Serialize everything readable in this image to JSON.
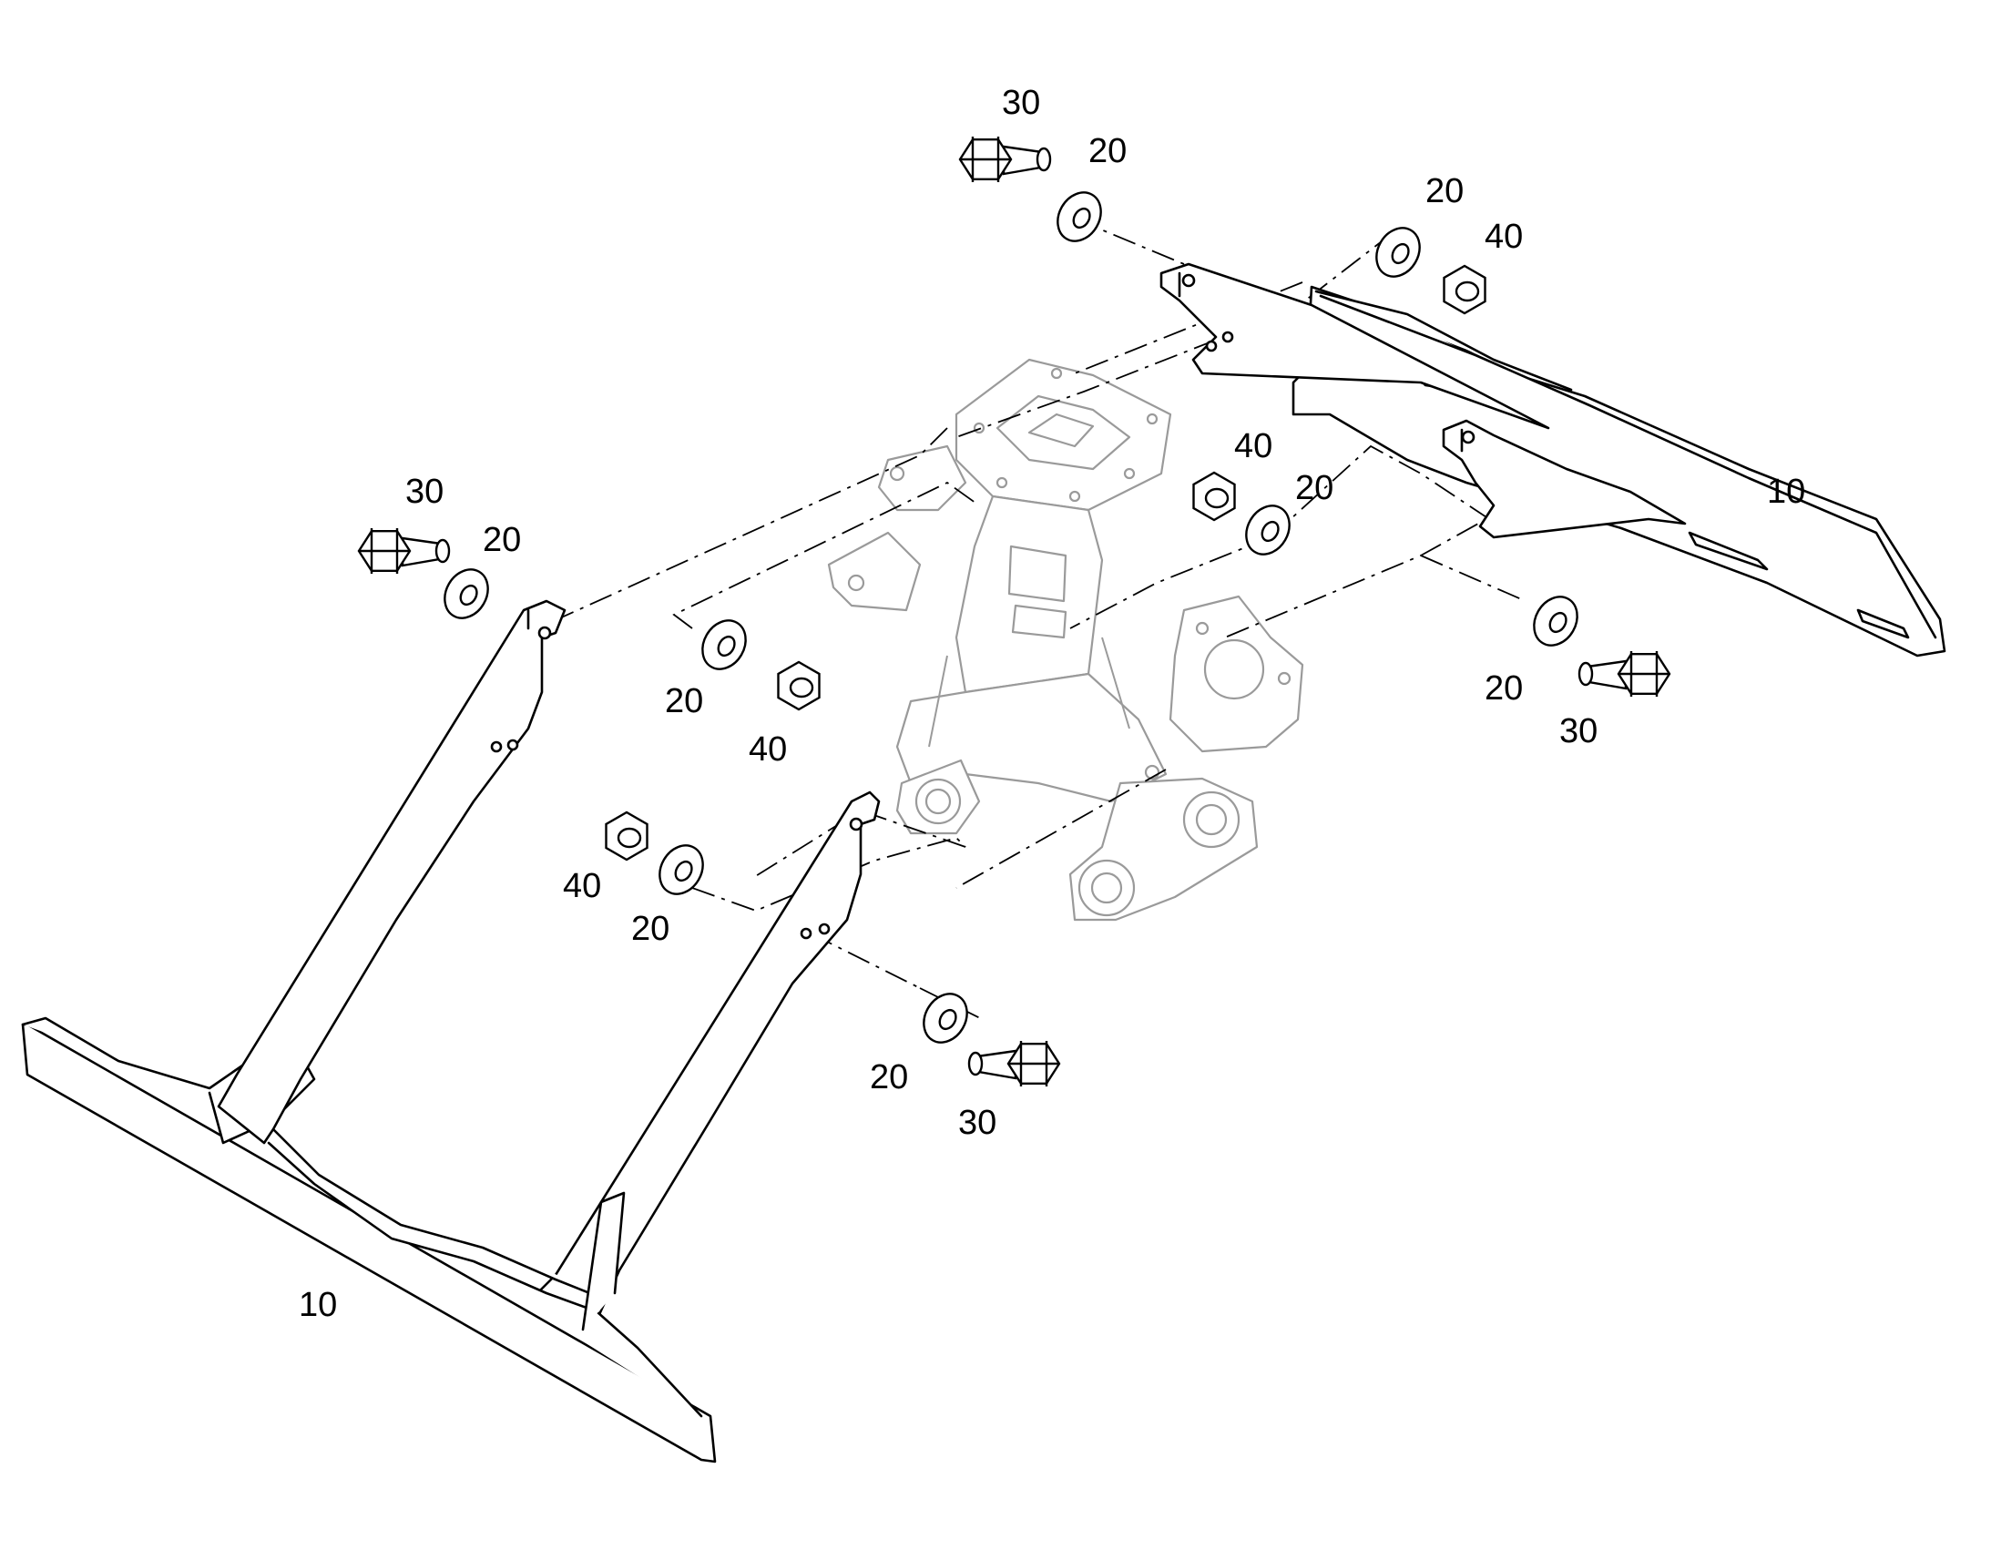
{
  "callouts": {
    "frame_front": "10",
    "frame_rear": "10",
    "washer_rear_bolt": "20",
    "washer_rear_nut": "20",
    "washer_center_nut": "20",
    "washer_rear_right_bolt": "20",
    "washer_front_left_bolt": "20",
    "washer_front_center_nut": "20",
    "washer_front_low_nut": "20",
    "washer_front_low_bolt": "20",
    "bolt_rear_top": "30",
    "bolt_rear_right": "30",
    "bolt_front_left": "30",
    "bolt_front_low": "30",
    "nut_rear_top": "40",
    "nut_center": "40",
    "nut_front_center": "40",
    "nut_front_low": "40"
  },
  "colors": {
    "line": "#000000",
    "faint_body": "#9a9a9a",
    "background": "#ffffff"
  }
}
